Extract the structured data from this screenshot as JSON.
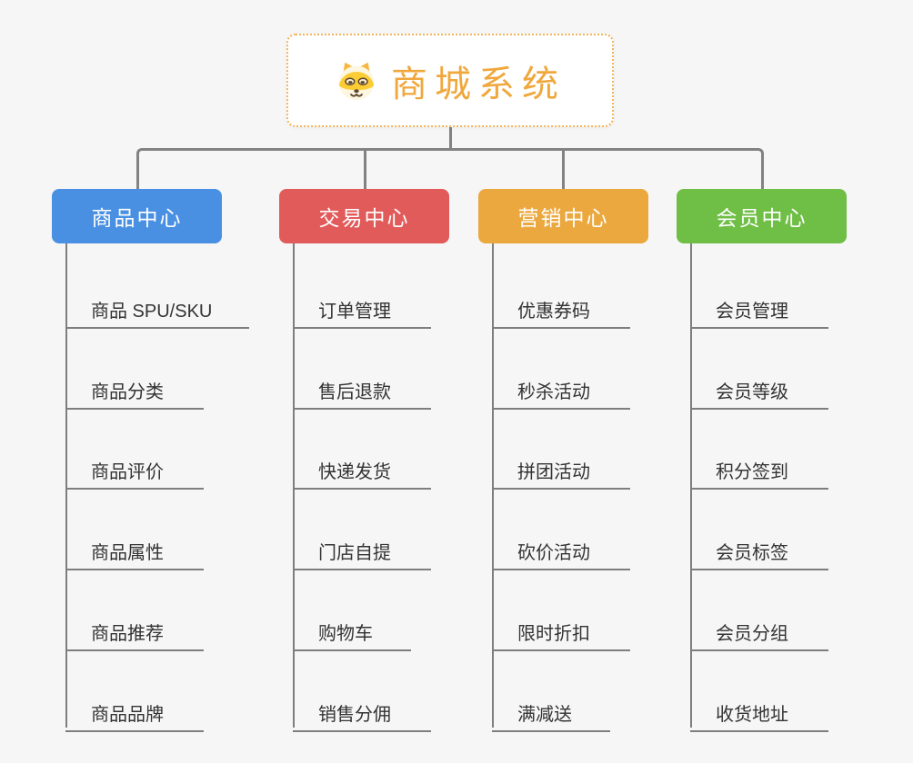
{
  "root": {
    "title": "商城系统",
    "icon": "dog-face-icon"
  },
  "branches": [
    {
      "id": "product-center",
      "label": "商品中心",
      "color": "#4a90e2",
      "children": [
        "商品 SPU/SKU",
        "商品分类",
        "商品评价",
        "商品属性",
        "商品推荐",
        "商品品牌"
      ]
    },
    {
      "id": "trade-center",
      "label": "交易中心",
      "color": "#e25b5b",
      "children": [
        "订单管理",
        "售后退款",
        "快递发货",
        "门店自提",
        "购物车",
        "销售分佣"
      ]
    },
    {
      "id": "marketing-center",
      "label": "营销中心",
      "color": "#eba83e",
      "children": [
        "优惠券码",
        "秒杀活动",
        "拼团活动",
        "砍价活动",
        "限时折扣",
        "满减送"
      ]
    },
    {
      "id": "member-center",
      "label": "会员中心",
      "color": "#6fbe45",
      "children": [
        "会员管理",
        "会员等级",
        "积分签到",
        "会员标签",
        "会员分组",
        "收货地址"
      ]
    }
  ],
  "colors": {
    "background": "#f6f6f6",
    "connector": "#7e7e7e",
    "root_text": "#f0a73c",
    "root_border": "#f2b45a",
    "leaf_text": "#333333"
  }
}
